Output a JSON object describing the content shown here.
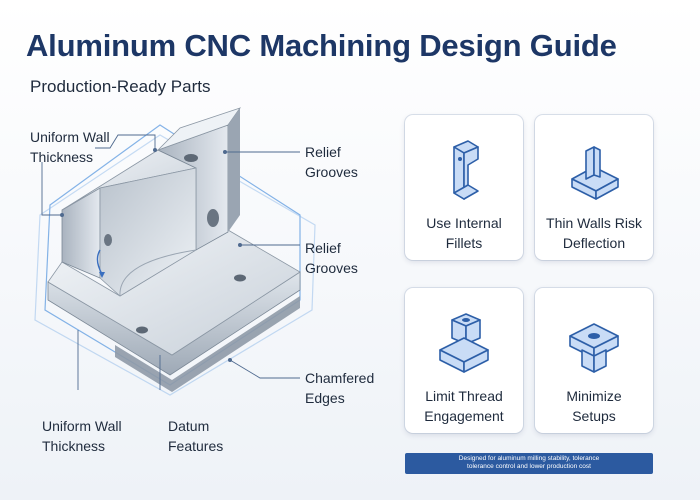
{
  "header": {
    "title": "Aluminum CNC Machining Design Guide",
    "subtitle": "Production-Ready Parts"
  },
  "callouts": {
    "uniform_wall_top": [
      "Uniform Wall",
      "Thickness"
    ],
    "relief_top": [
      "Relief",
      "Grooves"
    ],
    "relief_mid": [
      "Relief",
      "Grooves"
    ],
    "chamfered": [
      "Chamfered",
      "Edges"
    ],
    "uniform_wall_bottom": [
      "Uniform Wall",
      "Thickness"
    ],
    "datum": [
      "Datum",
      "Features"
    ]
  },
  "cards": [
    {
      "icon": "internal-fillet-icon",
      "label": [
        "Use Internal",
        "Fillets"
      ]
    },
    {
      "icon": "thin-wall-icon",
      "label": [
        "Thin Walls Risk",
        "Deflection"
      ]
    },
    {
      "icon": "thread-engagement-icon",
      "label": [
        "Limit Thread",
        "Engagement"
      ]
    },
    {
      "icon": "minimize-setups-icon",
      "label": [
        "Minimize",
        "Setups"
      ]
    }
  ],
  "footnote": [
    "Designed for aluminum milling stability, tolerance",
    "tolerance control and lower production cost"
  ],
  "colors": {
    "title": "#1d3766",
    "accent": "#2c5aa0",
    "icon_fill": "#c9dcf6",
    "icon_stroke": "#2d5fa8"
  }
}
